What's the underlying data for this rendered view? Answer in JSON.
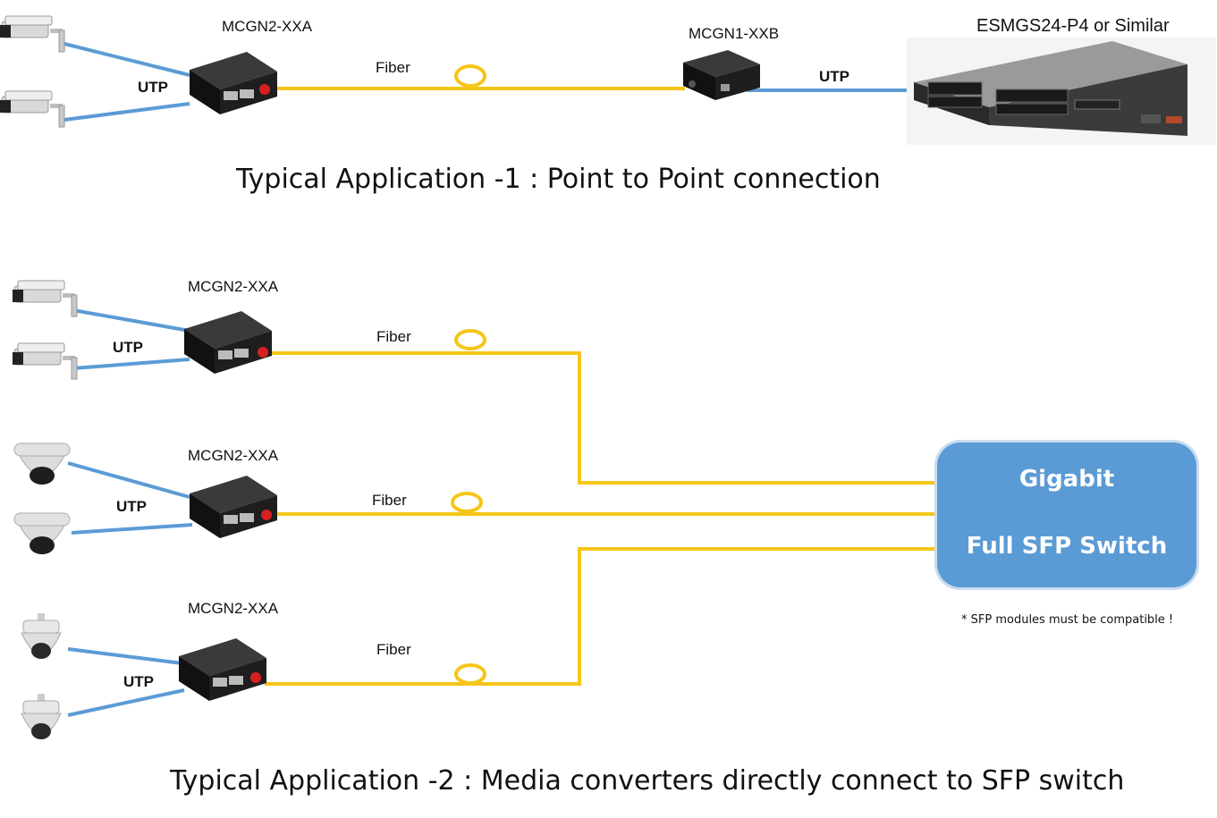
{
  "app1": {
    "converter_a_label": "MCGN2-XXA",
    "converter_b_label": "MCGN1-XXB",
    "switch_label": "ESMGS24-P4 or Similar",
    "fiber_label": "Fiber",
    "utp_left_label": "UTP",
    "utp_right_label": "UTP",
    "caption": "Typical Application -1 : Point to Point connection"
  },
  "app2": {
    "converters": [
      {
        "label": "MCGN2-XXA",
        "fiber_label": "Fiber",
        "utp_label": "UTP",
        "camera_type": "bullet-camera"
      },
      {
        "label": "MCGN2-XXA",
        "fiber_label": "Fiber",
        "utp_label": "UTP",
        "camera_type": "dome-camera"
      },
      {
        "label": "MCGN2-XXA",
        "fiber_label": "Fiber",
        "utp_label": "UTP",
        "camera_type": "ptz-camera"
      }
    ],
    "switch": {
      "line1": "Gigabit",
      "line2": "Full SFP Switch"
    },
    "note": "* SFP modules must be compatible !",
    "caption": "Typical Application -2 : Media converters directly connect to SFP switch"
  },
  "colors": {
    "fiber": "#f5c518",
    "utp": "#5b9bd5",
    "switch_box": "#5b9bd5",
    "device": "#1c1c1c"
  }
}
